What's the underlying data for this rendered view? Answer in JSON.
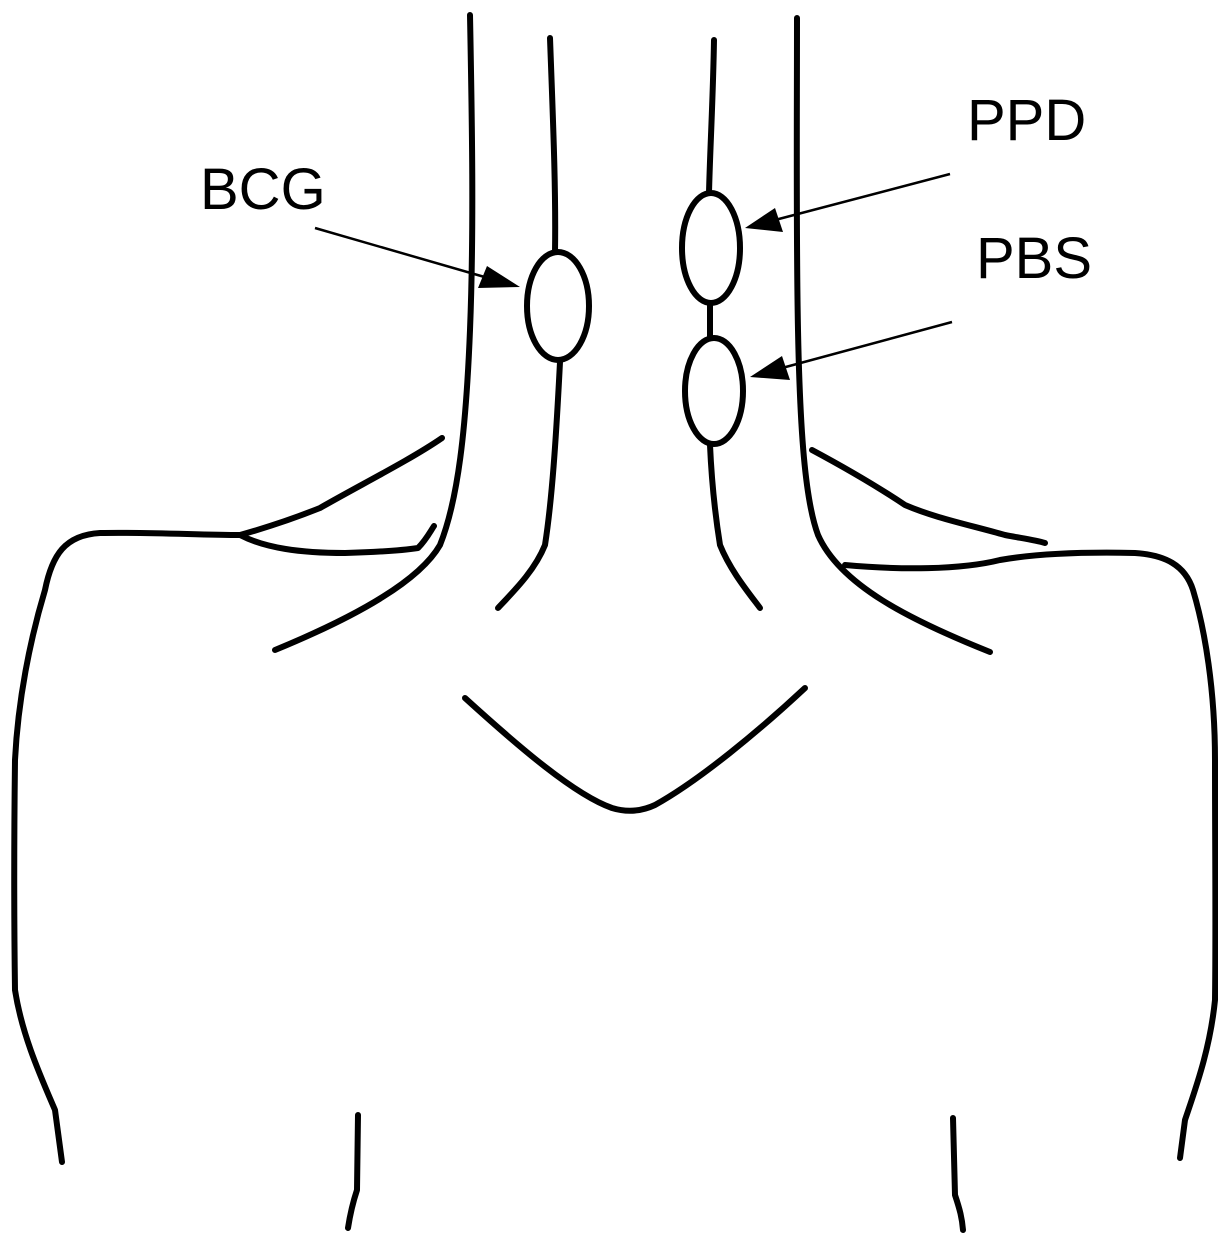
{
  "labels": {
    "bcg": "BCG",
    "ppd": "PPD",
    "pbs": "PBS"
  },
  "colors": {
    "line": "#000000",
    "background": "#ffffff"
  }
}
